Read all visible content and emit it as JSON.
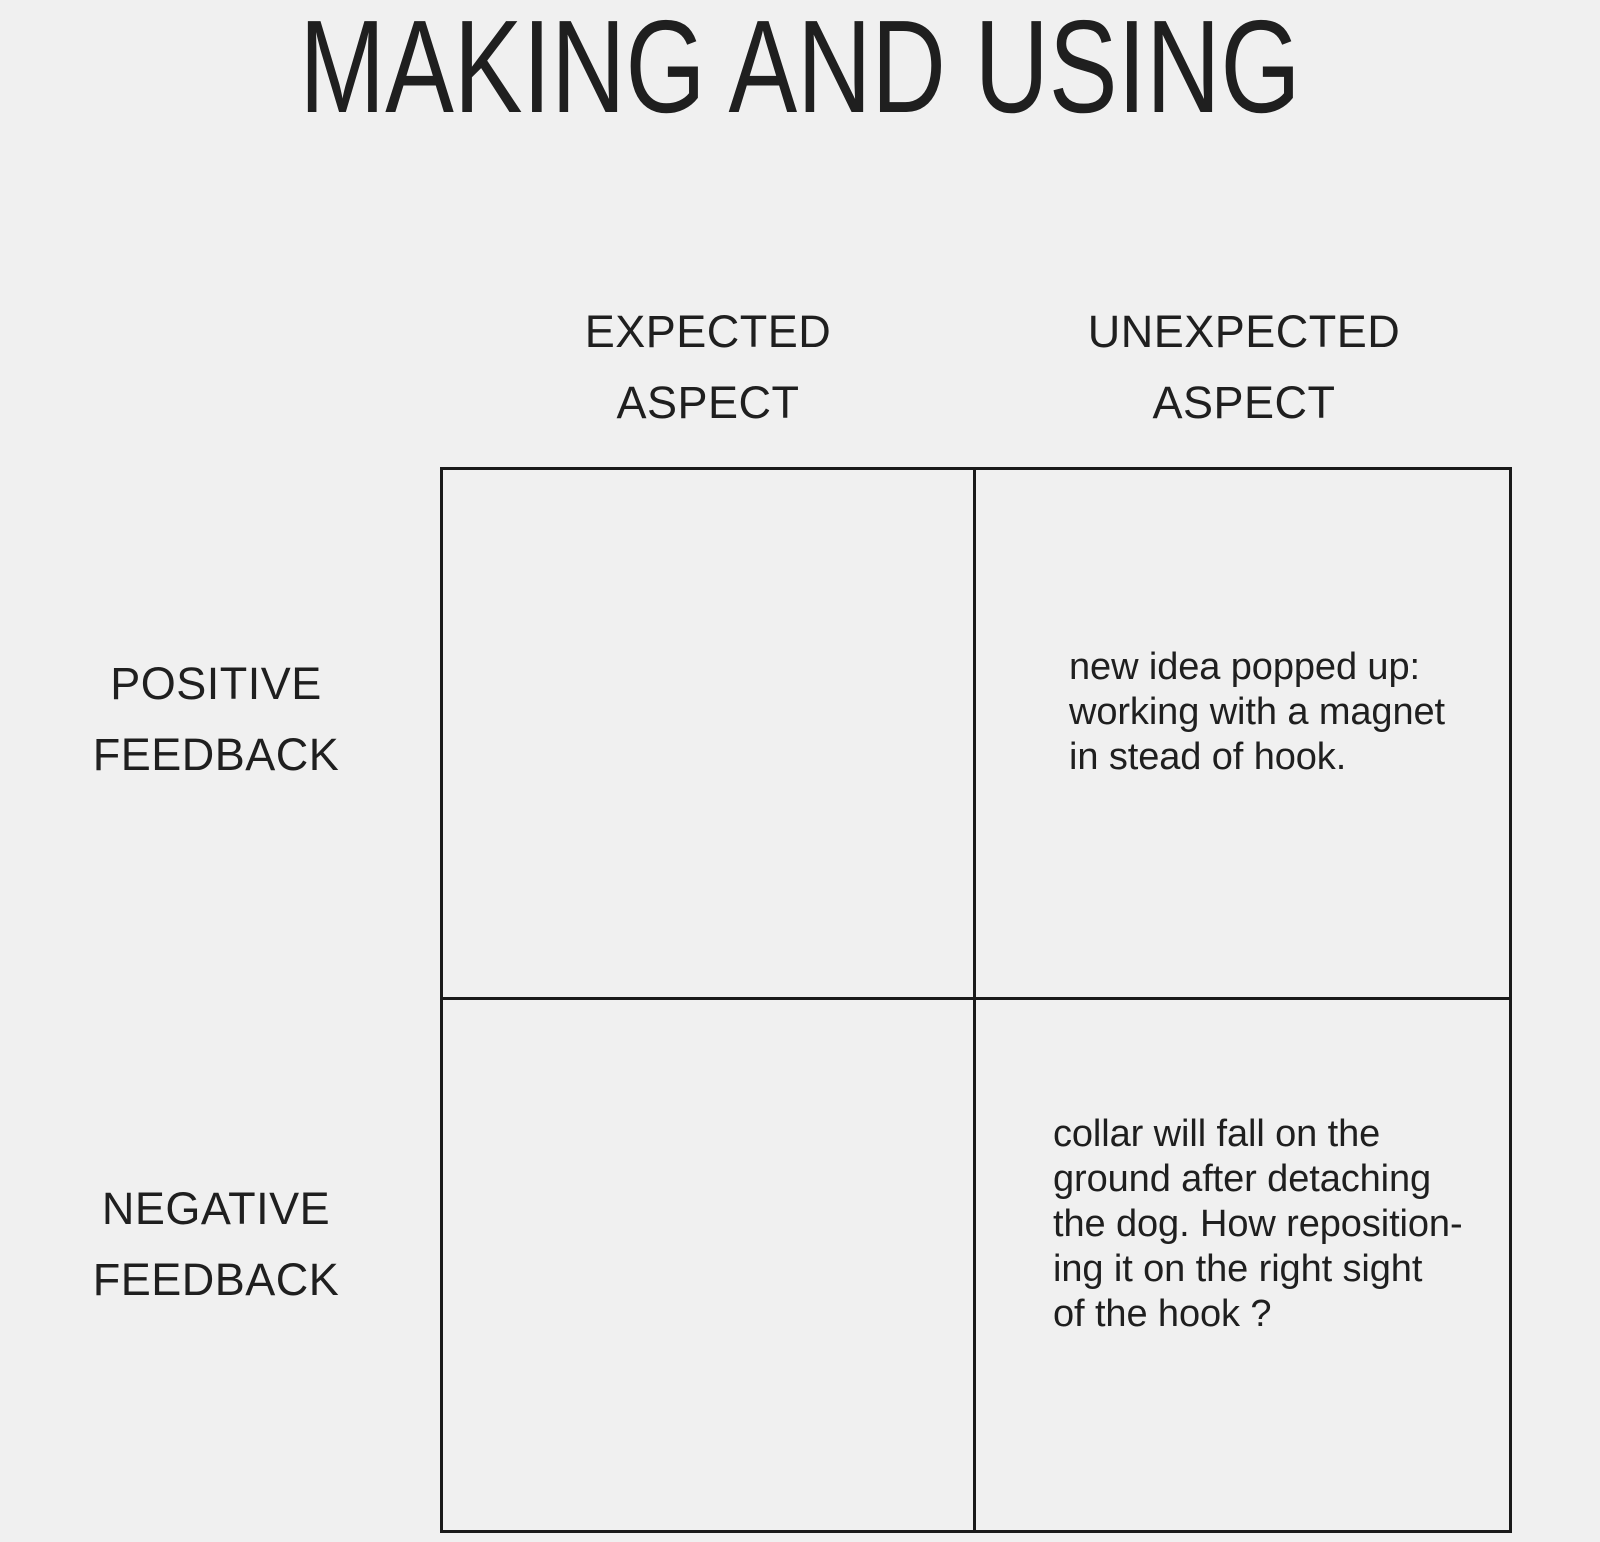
{
  "slide": {
    "title": "MAKING AND USING",
    "background_color": "#f0f0f0",
    "text_color": "#1f1f1f",
    "border_color": "#1a1a1a"
  },
  "matrix": {
    "column_headers": [
      {
        "line1": "EXPECTED",
        "line2": "ASPECT"
      },
      {
        "line1": "UNEXPECTED",
        "line2": "ASPECT"
      }
    ],
    "row_headers": [
      {
        "line1": "POSITIVE",
        "line2": "FEEDBACK"
      },
      {
        "line1": "NEGATIVE",
        "line2": "FEEDBACK"
      }
    ],
    "cells": {
      "positive_expected": "",
      "positive_unexpected": "new idea popped up:\nworking with a magnet\nin stead of hook.",
      "negative_expected": "",
      "negative_unexpected": "collar will fall on the\nground after detaching\nthe dog. How reposition-\ning it on the right sight\nof the hook ?"
    }
  }
}
